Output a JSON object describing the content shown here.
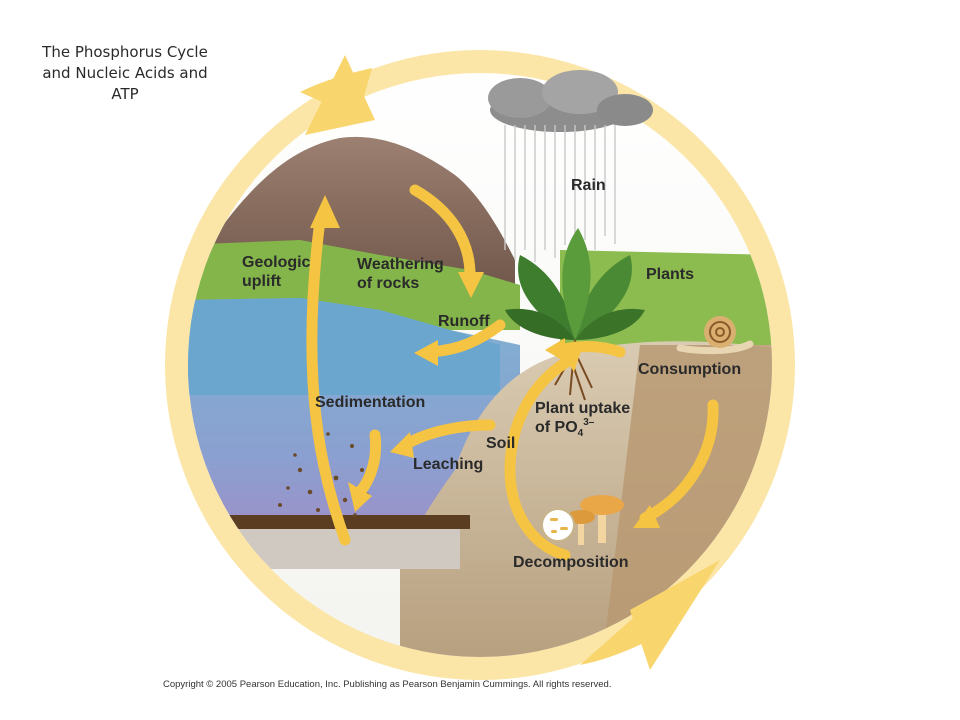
{
  "title_lines": [
    "The Phosphorus Cycle",
    "and Nucleic Acids and",
    "ATP"
  ],
  "labels": {
    "rain": "Rain",
    "geologic_uplift": [
      "Geologic",
      "uplift"
    ],
    "weathering": [
      "Weathering",
      "of rocks"
    ],
    "plants": "Plants",
    "runoff": "Runoff",
    "consumption": "Consumption",
    "sedimentation": "Sedimentation",
    "plant_uptake": "Plant uptake",
    "plant_uptake_of": "of PO",
    "plant_uptake_sub": "4",
    "plant_uptake_sup": "3–",
    "soil": "Soil",
    "leaching": "Leaching",
    "decomposition": "Decomposition"
  },
  "copyright": "Copyright © 2005 Pearson Education, Inc. Publishing as Pearson Benjamin Cummings. All rights reserved.",
  "colors": {
    "arrow": "#f6c443",
    "outer_ring": "#fbe29e",
    "water": "#6fa6c9",
    "sediment": "#5a3a1e",
    "soil": "#c9b79a",
    "mountain": "#8f7466",
    "grass": "#7fb046"
  }
}
